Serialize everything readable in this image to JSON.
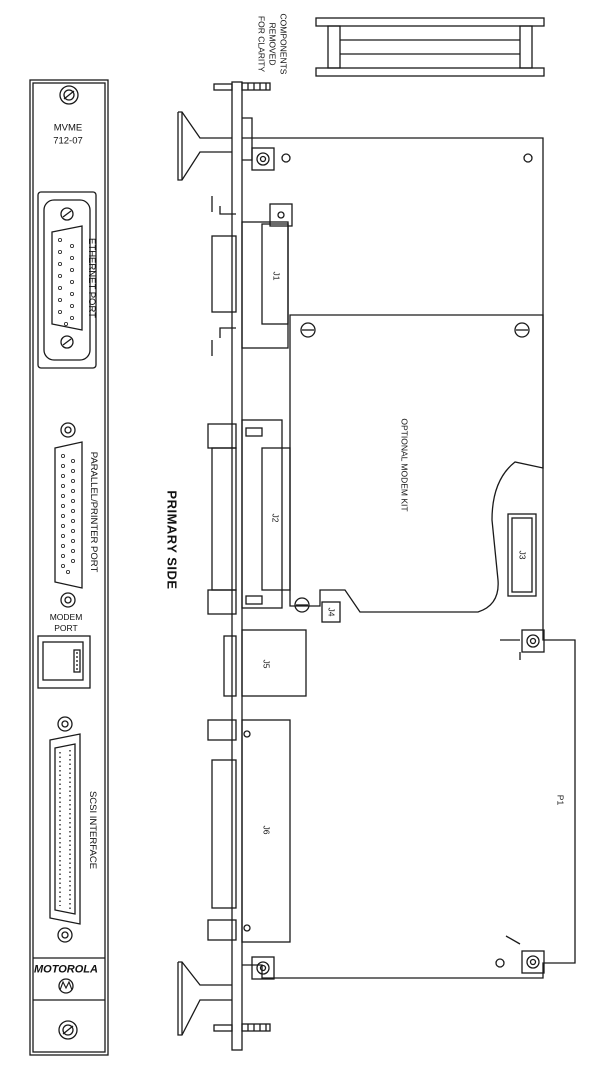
{
  "front_panel": {
    "model_line1": "MVME",
    "model_line2": "712-07",
    "ethernet_label": "ETHERNET PORT",
    "parallel_label": "PARALLEL/PRINTER PORT",
    "modem_line1": "MODEM",
    "modem_line2": "PORT",
    "scsi_label": "SCSI INTERFACE",
    "brand": "MOTOROLA"
  },
  "board": {
    "side_label": "PRIMARY SIDE",
    "components_removed_line1": "COMPONENTS",
    "components_removed_line2": "REMOVED",
    "components_removed_line3": "FOR CLARITY",
    "modem_kit_label": "OPTIONAL MODEM KIT",
    "connectors": {
      "j1": "J1",
      "j2": "J2",
      "j3": "J3",
      "j4": "J4",
      "j5": "J5",
      "j6": "J6",
      "p1": "P1"
    }
  }
}
